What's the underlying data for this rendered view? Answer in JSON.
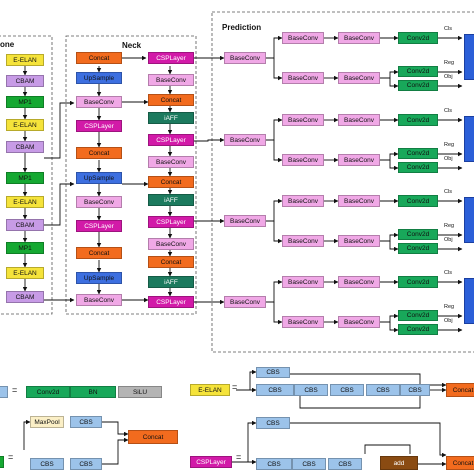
{
  "sections": {
    "backbone_title": "one",
    "neck_title": "Neck",
    "prediction_title": "Prediction"
  },
  "backbone": [
    "E-ELAN",
    "CBAM",
    "MP1",
    "E-ELAN",
    "CBAM",
    "MP1",
    "E-ELAN",
    "CBAM",
    "MP1",
    "E-ELAN",
    "CBAM"
  ],
  "neck": {
    "col1": [
      "Concat",
      "UpSample",
      "BaseConv",
      "CSPLayer",
      "Concat",
      "UpSample",
      "BaseConv",
      "CSPLayer",
      "Concat",
      "UpSample",
      "BaseConv"
    ],
    "col2": [
      "CSPLayer",
      "BaseConv",
      "Concat",
      "iAFF",
      "CSPLayer",
      "BaseConv",
      "Concat",
      "iAFF",
      "CSPLayer",
      "BaseConv",
      "Concat",
      "iAFF",
      "CSPLayer"
    ]
  },
  "prediction": {
    "baseconv": "BaseConv",
    "conv2d": "Conv2d",
    "outputs": [
      "Cls",
      "Reg",
      "Obj"
    ]
  },
  "legend": {
    "cbs_row": [
      "Conv2d",
      "BN",
      "SiLU"
    ],
    "equals": "=",
    "eelan_title": "E-ELAN",
    "cbs": "CBS",
    "concat": "Concat",
    "mp_row": [
      "MaxPool",
      "CBS"
    ],
    "csplayer_title": "CSPLayer",
    "add": "add"
  },
  "colors": {
    "e_elan": "#f5e33a",
    "cbam": "#c79be6",
    "mp1": "#15a832",
    "concat": "#f26b1e",
    "upsample": "#3d6fe0",
    "baseconv": "#f0a8e6",
    "csplayer": "#d21aa8",
    "iaff": "#1c7a5e",
    "conv2d": "#18a85a",
    "cbs": "#9cc3ea"
  }
}
